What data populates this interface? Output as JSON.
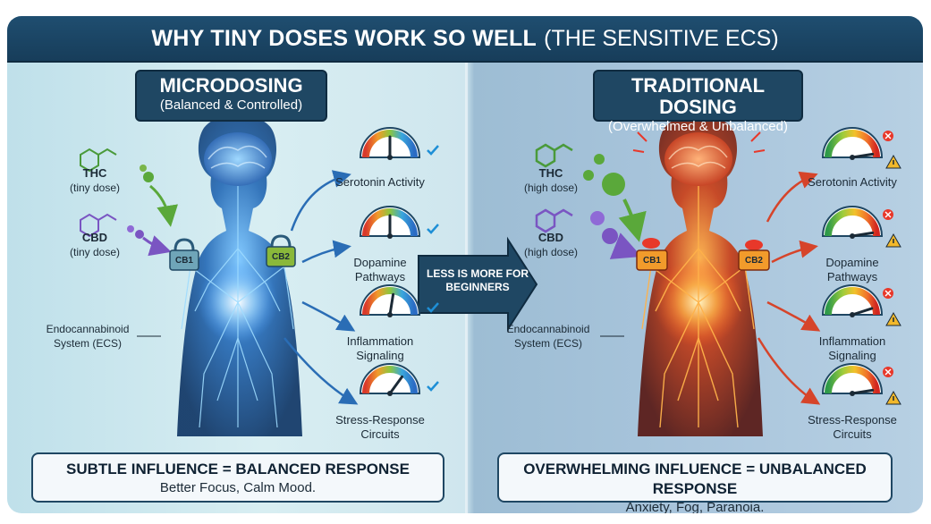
{
  "title": {
    "bold": "WHY TINY DOSES WORK SO WELL",
    "normal": "(THE SENSITIVE ECS)"
  },
  "left": {
    "heading": "MICRODOSING",
    "subheading": "(Balanced & Controlled)",
    "thc": {
      "name": "THC",
      "dose": "(tiny dose)"
    },
    "cbd": {
      "name": "CBD",
      "dose": "(tiny dose)"
    },
    "receptor1": "CB1",
    "receptor2": "CB2",
    "system_label": "Endocannabinoid System (ECS)",
    "gauges": [
      {
        "label": "Serotonin Activity",
        "level": 0.5,
        "status": "check"
      },
      {
        "label": "Dopamine Pathways",
        "level": 0.5,
        "status": "check"
      },
      {
        "label": "Inflammation Signaling",
        "level": 0.55,
        "status": "check"
      },
      {
        "label": "Stress-Response Circuits",
        "level": 0.7,
        "status": "check"
      }
    ],
    "summary_heading": "SUBTLE INFLUENCE = BALANCED RESPONSE",
    "summary_text": "Better Focus, Calm Mood."
  },
  "center_arrow": "LESS IS MORE FOR BEGINNERS",
  "right": {
    "heading": "TRADITIONAL DOSING",
    "subheading": "(Overwhelmed & Unbalanced)",
    "thc": {
      "name": "THC",
      "dose": "(high dose)"
    },
    "cbd": {
      "name": "CBD",
      "dose": "(high dose)"
    },
    "receptor1": "CB1",
    "receptor2": "CB2",
    "system_label": "Endocannabinoid System (ECS)",
    "gauges": [
      {
        "label": "Serotonin Activity",
        "level": 0.95,
        "status": "warning"
      },
      {
        "label": "Dopamine Pathways",
        "level": 0.95,
        "status": "warning"
      },
      {
        "label": "Inflammation Signaling",
        "level": 0.9,
        "status": "warning"
      },
      {
        "label": "Stress-Response Circuits",
        "level": 0.95,
        "status": "warning"
      }
    ],
    "summary_heading": "OVERWHELMING INFLUENCE = UNBALANCED RESPONSE",
    "summary_text": "Anxiety, Fog, Paranoia."
  },
  "colors": {
    "header": "#1f4763",
    "calm_glow": "#2f8bff",
    "overdose_glow": "#ff5a1f",
    "check": "#1e8fd6",
    "warning": "#e8382a"
  }
}
